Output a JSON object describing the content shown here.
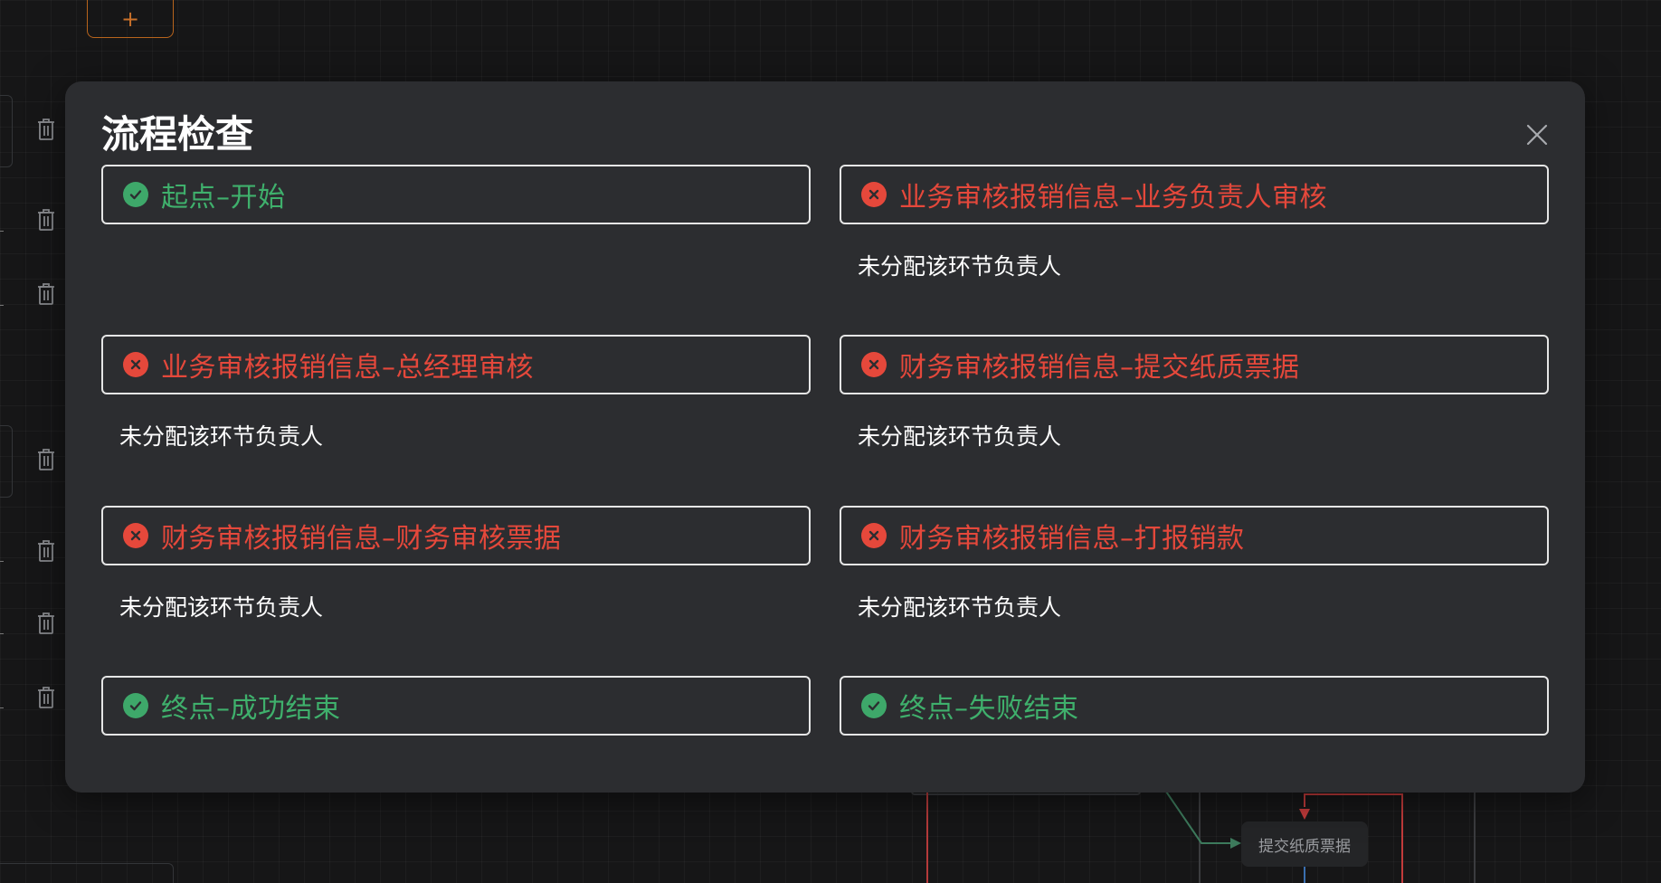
{
  "background": {
    "add_button_label": "+",
    "flow_node_label": "提交纸质票据"
  },
  "modal": {
    "title": "流程检查",
    "close_icon": "close-icon",
    "items": [
      {
        "label": "起点–开始",
        "status": "ok",
        "message": ""
      },
      {
        "label": "业务审核报销信息–业务负责人审核",
        "status": "error",
        "message": "未分配该环节负责人"
      },
      {
        "label": "业务审核报销信息–总经理审核",
        "status": "error",
        "message": "未分配该环节负责人"
      },
      {
        "label": "财务审核报销信息–提交纸质票据",
        "status": "error",
        "message": "未分配该环节负责人"
      },
      {
        "label": "财务审核报销信息–财务审核票据",
        "status": "error",
        "message": "未分配该环节负责人"
      },
      {
        "label": "财务审核报销信息–打报销款",
        "status": "error",
        "message": "未分配该环节负责人"
      },
      {
        "label": "终点–成功结束",
        "status": "ok",
        "message": ""
      },
      {
        "label": "终点–失败结束",
        "status": "ok",
        "message": ""
      }
    ]
  },
  "colors": {
    "ok": "#3fb06c",
    "error": "#e5483b",
    "accent_orange": "#c8702a"
  }
}
